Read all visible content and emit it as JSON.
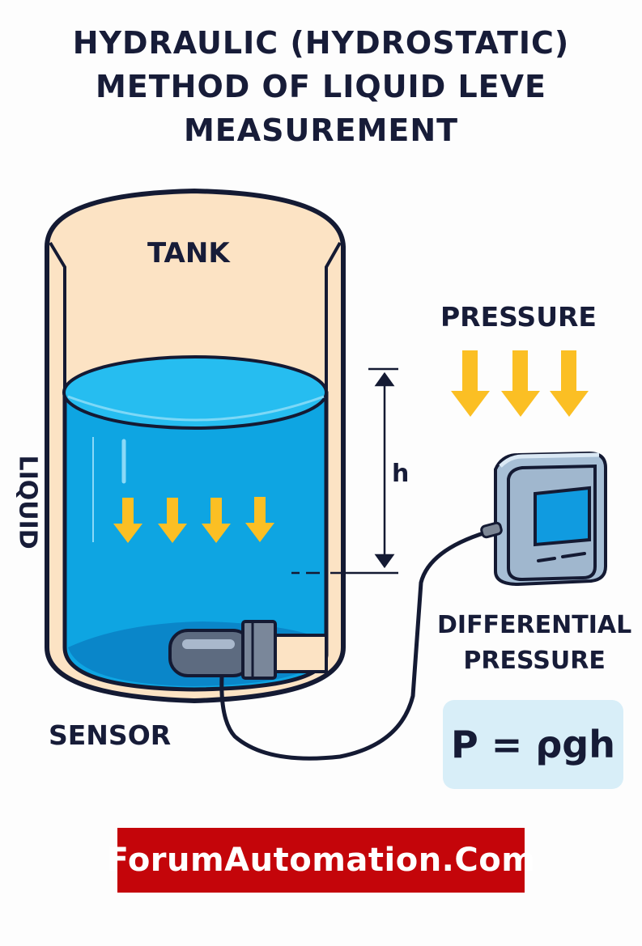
{
  "title": {
    "lines": [
      "HYDRAULIC (HYDROSTATIC)",
      "METHOD OF LIQUID LEVE",
      "MEASUREMENT"
    ]
  },
  "labels": {
    "tank": "TANK",
    "liquid": "LIQUID",
    "height": "h",
    "pressure": "PRESSURE",
    "differential_pressure_line1": "DIFFERENTIAL",
    "differential_pressure_line2": "PRESSURE",
    "sensor": "SENSOR"
  },
  "formula": "P = ρgh",
  "brand": "ForumAutomation.Com",
  "icons": {
    "liquid_pressure_arrows": 4,
    "external_pressure_arrows": 3
  },
  "colors": {
    "tank_wall": "#fce3c4",
    "liquid": "#0ea5e2",
    "liquid_surface": "#26bdf0",
    "arrow": "#fbbf24",
    "outline": "#141a33",
    "formula_bg": "#d8eef8",
    "brand_bg": "#c4050a"
  }
}
